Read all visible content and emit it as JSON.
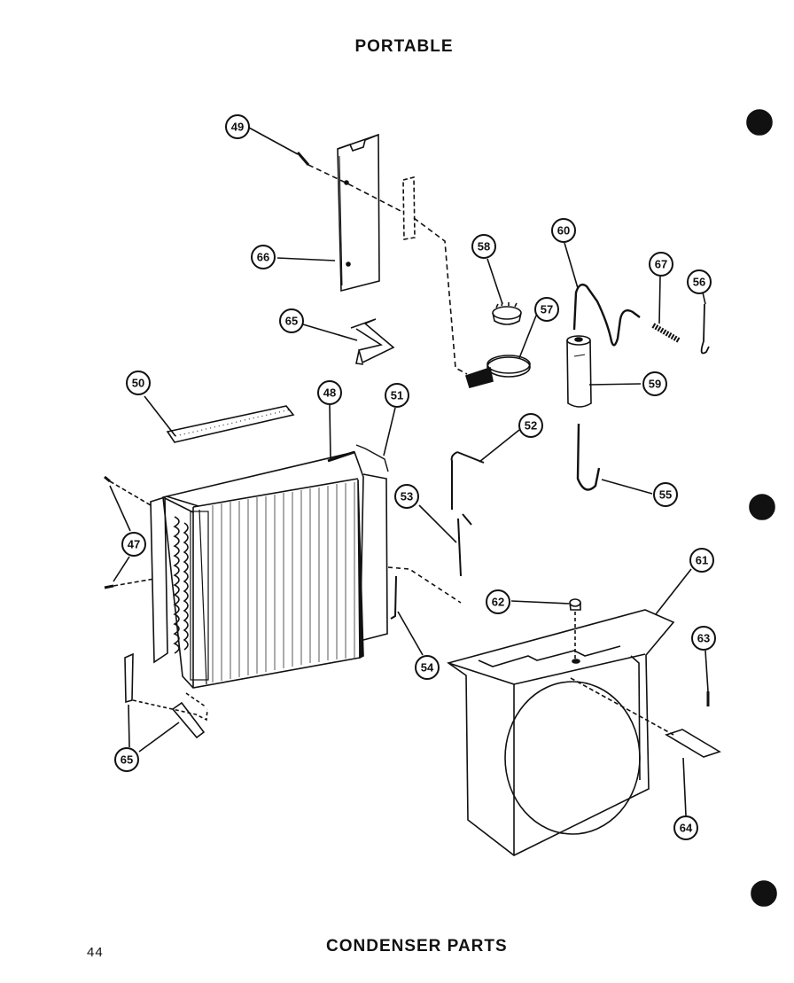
{
  "header": {
    "title": "PORTABLE"
  },
  "footer": {
    "page_number": "44",
    "caption": "CONDENSER PARTS"
  },
  "callouts": {
    "c49": "49",
    "c66": "66",
    "c65a": "65",
    "c58": "58",
    "c57": "57",
    "c60": "60",
    "c67": "67",
    "c56": "56",
    "c59": "59",
    "c50": "50",
    "c48": "48",
    "c51": "51",
    "c52": "52",
    "c47": "47",
    "c53": "53",
    "c55": "55",
    "c61": "61",
    "c62": "62",
    "c54": "54",
    "c63": "63",
    "c65b": "65",
    "c64": "64"
  }
}
